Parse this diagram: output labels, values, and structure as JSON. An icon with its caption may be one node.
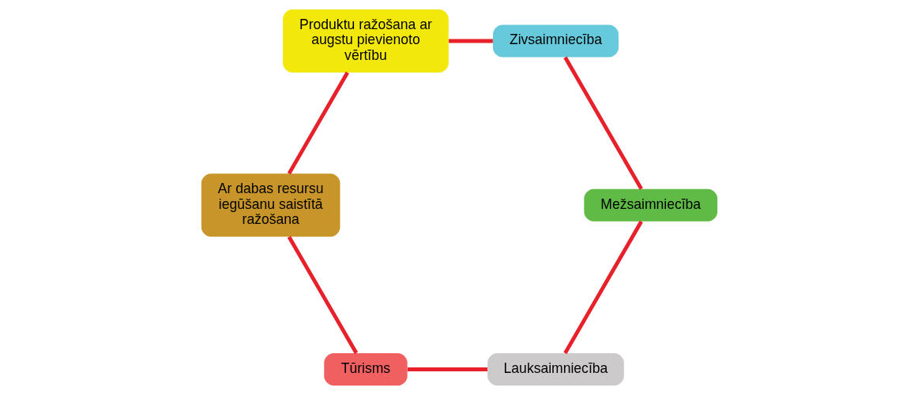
{
  "diagram": {
    "nodes": [
      {
        "text": [
          "Lauksaimniecība"
        ]
      },
      {
        "text": [
          "Tūrisms"
        ]
      },
      {
        "text": [
          "Ar dabas resursu iegūšanu saistītā ražošana"
        ]
      },
      {
        "text": [
          "Produktu ražošana ar augstu pievienoto vērtību"
        ]
      },
      {
        "text": [
          "Zivsaimniecība"
        ]
      },
      {
        "text": [
          "Mežsaimniecība"
        ]
      }
    ],
    "edges": [
      {
        "from": 0,
        "to": 1,
        "arrow": "none"
      },
      {
        "from": 1,
        "to": 2,
        "arrow": "none"
      },
      {
        "from": 2,
        "to": 3,
        "arrow": "none"
      },
      {
        "from": 3,
        "to": 4,
        "arrow": "none"
      },
      {
        "from": 4,
        "to": 5,
        "arrow": "none"
      },
      {
        "from": 5,
        "to": 0,
        "arrow": "none"
      }
    ]
  }
}
